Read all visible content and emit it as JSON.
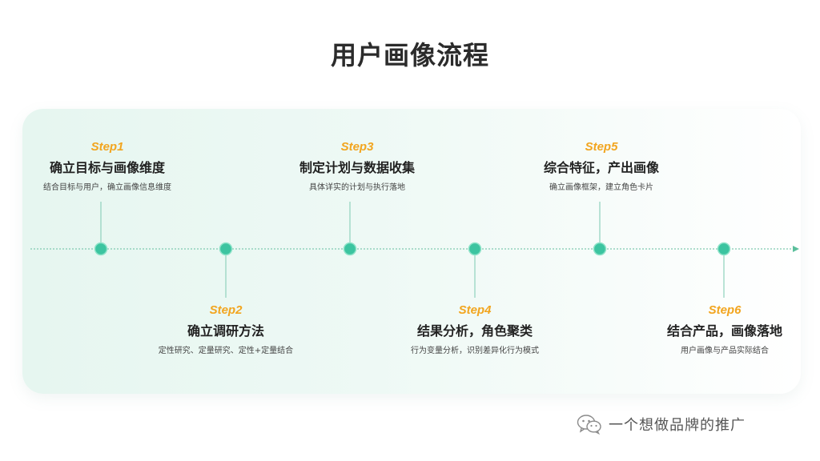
{
  "title": "用户画像流程",
  "steps": [
    {
      "label": "Step1",
      "title": "确立目标与画像维度",
      "desc": "结合目标与用户，确立画像信息维度"
    },
    {
      "label": "Step2",
      "title": "确立调研方法",
      "desc": "定性研究、定量研究、定性+定量结合"
    },
    {
      "label": "Step3",
      "title": "制定计划与数据收集",
      "desc": "具体详实的计划与执行落地"
    },
    {
      "label": "Step4",
      "title": "结果分析，角色聚类",
      "desc": "行为变量分析，识别差异化行为模式"
    },
    {
      "label": "Step5",
      "title": "综合特征，产出画像",
      "desc": "确立画像框架，建立角色卡片"
    },
    {
      "label": "Step6",
      "title": "结合产品，画像落地",
      "desc": "用户画像与产品实际结合"
    }
  ],
  "watermark": {
    "text": "一个想做品牌的推广",
    "icon": "wechat-icon"
  },
  "colors": {
    "accent": "#f2a51f",
    "node": "#3cc4a0",
    "line": "#7fc9b0"
  }
}
